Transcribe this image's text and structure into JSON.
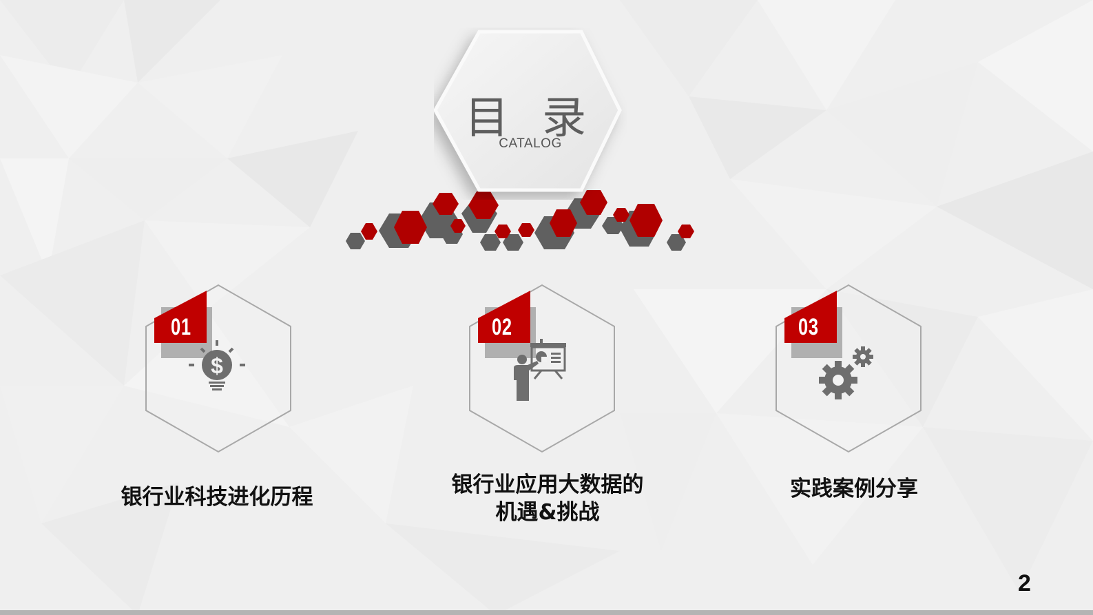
{
  "slide": {
    "title_zh": "目 录",
    "title_en": "CATALOG",
    "page_number": "2",
    "accent_color": "#c00000",
    "icon_color": "#6e6e6e"
  },
  "items": [
    {
      "number": "01",
      "icon": "money-lightbulb-icon",
      "caption_line1": "银行业科技进化历程",
      "caption_line2": ""
    },
    {
      "number": "02",
      "icon": "presenter-board-icon",
      "caption_line1": "银行业应用大数据的",
      "caption_line2": "机遇&挑战"
    },
    {
      "number": "03",
      "icon": "gears-icon",
      "caption_line1": "实践案例分享",
      "caption_line2": ""
    }
  ]
}
